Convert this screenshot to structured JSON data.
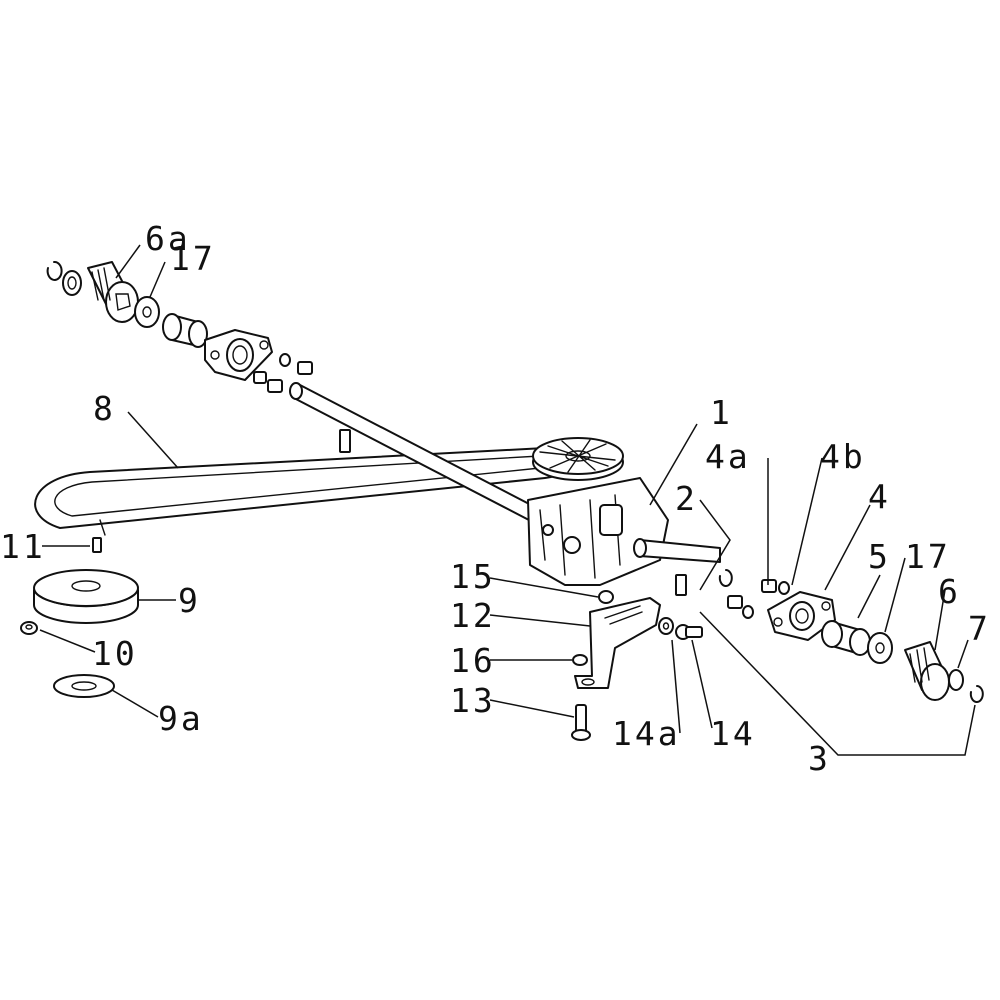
{
  "callouts": {
    "c1": "1",
    "c2": "2",
    "c3": "3",
    "c4": "4",
    "c4a": "4a",
    "c4b": "4b",
    "c5": "5",
    "c6": "6",
    "c6a": "6a",
    "c7": "7",
    "c8": "8",
    "c9": "9",
    "c9a": "9a",
    "c10": "10",
    "c11": "11",
    "c12": "12",
    "c13": "13",
    "c14": "14",
    "c14a": "14a",
    "c15": "15",
    "c16": "16",
    "c17_left": "17",
    "c17_right": "17"
  },
  "colors": {
    "line": "#111111",
    "background": "#ffffff"
  }
}
